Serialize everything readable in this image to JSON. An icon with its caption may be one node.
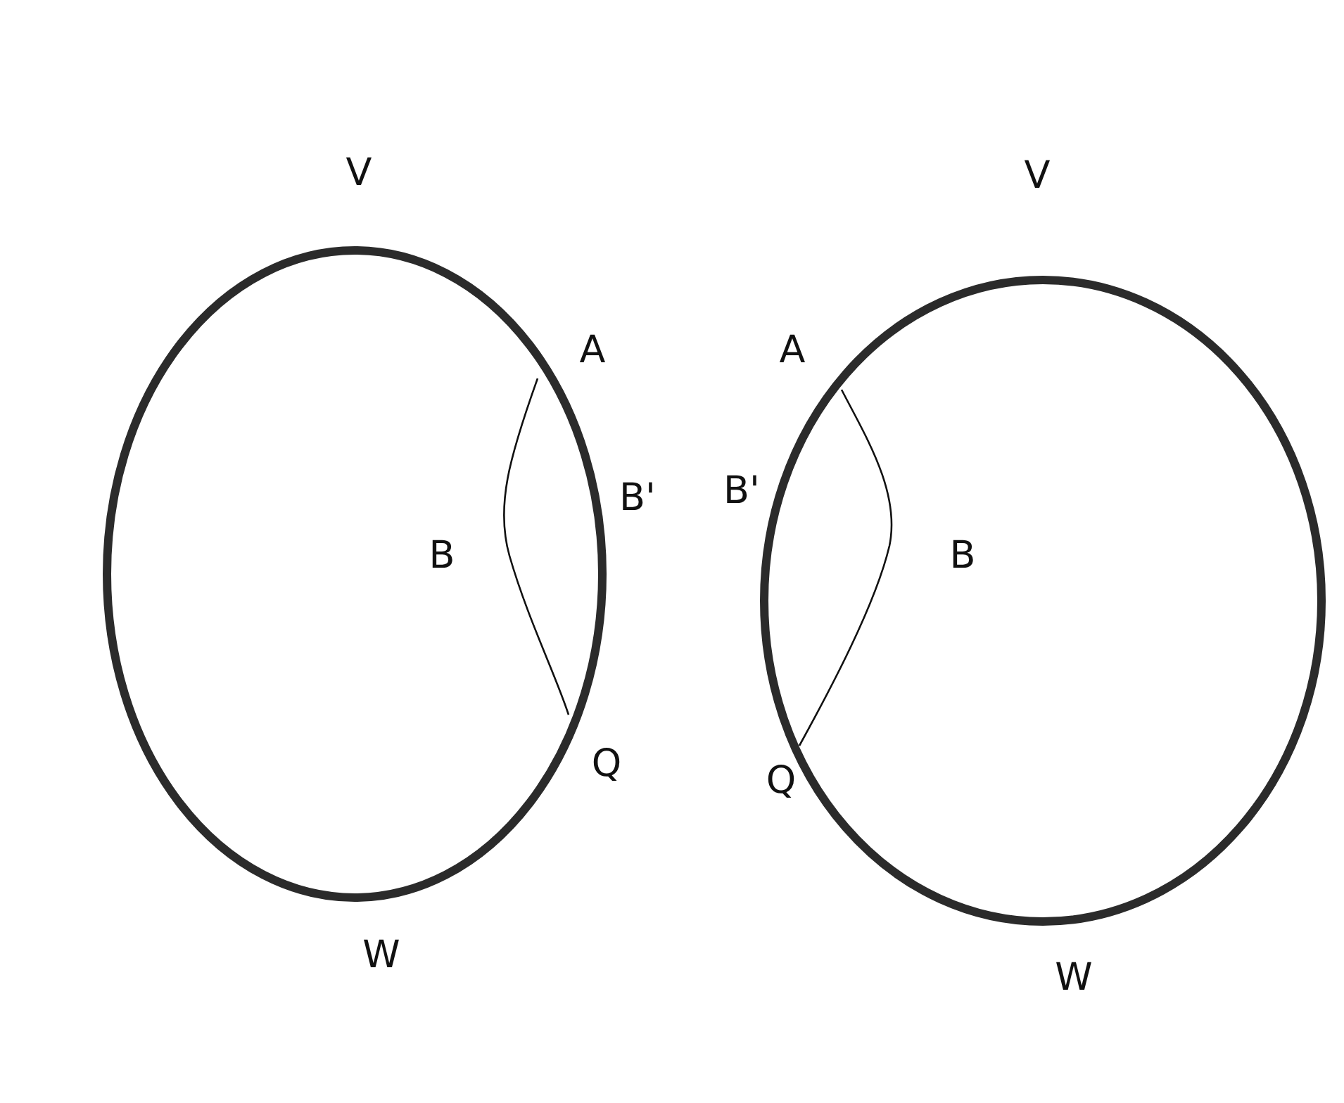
{
  "diagram": {
    "labels": [
      "V",
      "V",
      "A",
      "A",
      "B'",
      "B'",
      "B",
      "B",
      "Q",
      "Q",
      "W",
      "W"
    ]
  }
}
